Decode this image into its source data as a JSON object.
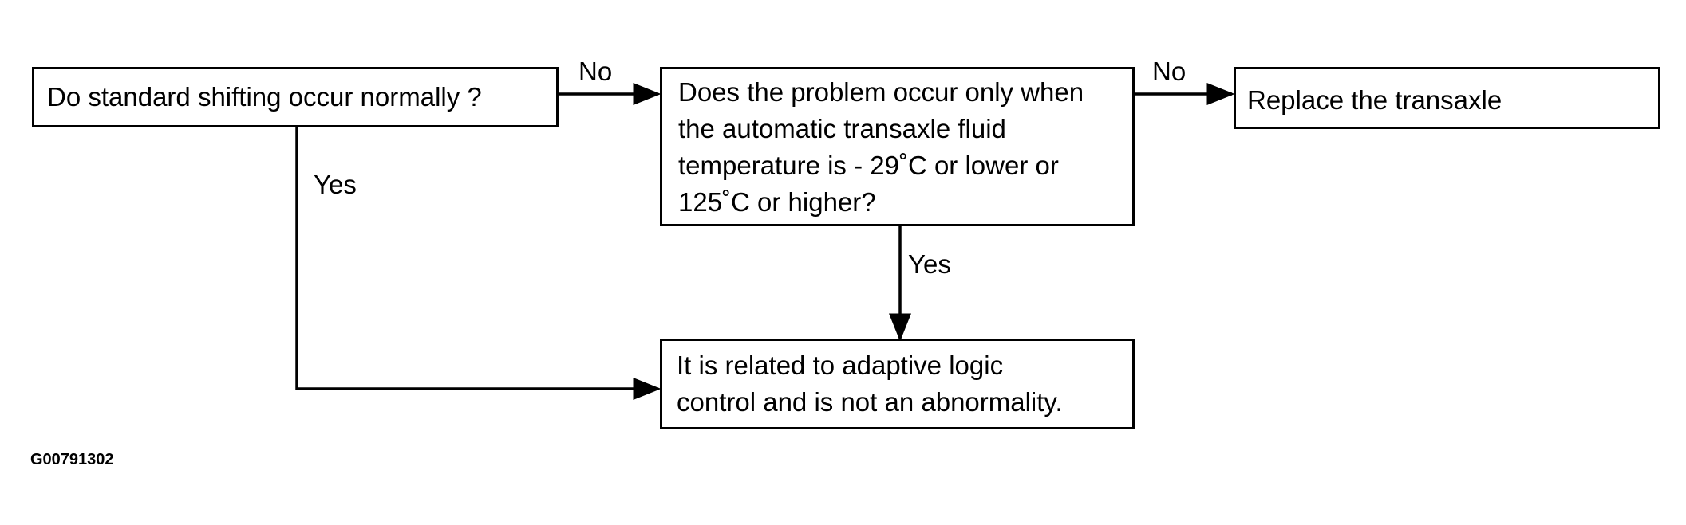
{
  "nodes": {
    "q1": {
      "text": "Do standard shifting occur normally ?"
    },
    "q2": {
      "lines": [
        "Does the problem occur only when",
        "the automatic transaxle fluid",
        "temperature is - 29˚C or lower or",
        "125˚C or higher?"
      ]
    },
    "replace": {
      "text": "Replace the transaxle"
    },
    "result": {
      "lines": [
        "It is related to adaptive logic",
        "control and is not an abnormality."
      ]
    }
  },
  "edges": {
    "q1_no": "No",
    "q2_no": "No",
    "q1_yes": "Yes",
    "q2_yes": "Yes"
  },
  "figure_code": "G00791302"
}
